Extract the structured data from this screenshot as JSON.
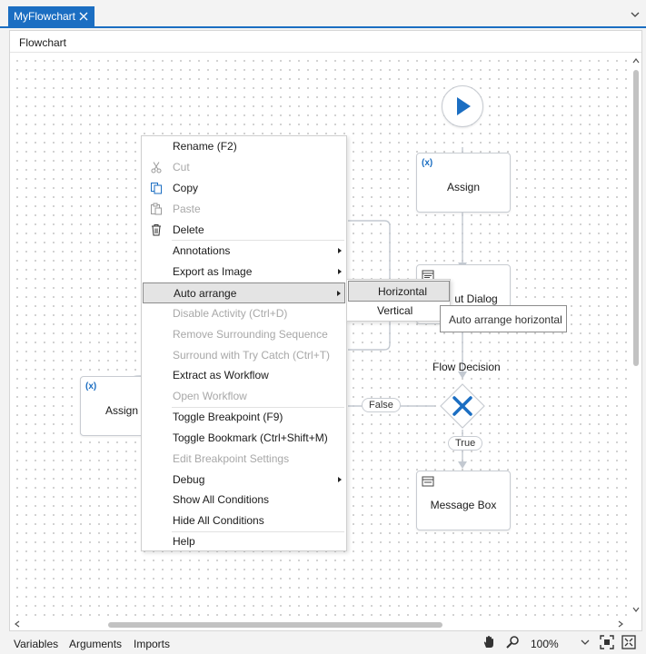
{
  "tab": {
    "title": "MyFlowchart"
  },
  "breadcrumb": "Flowchart",
  "flowchart": {
    "assign_top": "Assign",
    "input_dialog_partial": "ut Dialog",
    "assign_left": "Assign",
    "decision_label": "Flow Decision",
    "false_label": "False",
    "true_label": "True",
    "message_box": "Message Box",
    "assign_glyph": "(x)"
  },
  "context_menu": {
    "items": [
      {
        "label": "Rename (F2)",
        "disabled": false
      },
      {
        "label": "Cut",
        "disabled": true
      },
      {
        "label": "Copy",
        "disabled": false
      },
      {
        "label": "Paste",
        "disabled": true
      },
      {
        "label": "Delete",
        "disabled": false
      },
      {
        "label": "Annotations",
        "disabled": false
      },
      {
        "label": "Export as Image",
        "disabled": false
      },
      {
        "label": "Auto arrange",
        "disabled": false
      },
      {
        "label": "Disable Activity (Ctrl+D)",
        "disabled": true
      },
      {
        "label": "Remove Surrounding Sequence",
        "disabled": true
      },
      {
        "label": "Surround with Try Catch (Ctrl+T)",
        "disabled": true
      },
      {
        "label": "Extract as Workflow",
        "disabled": false
      },
      {
        "label": "Open Workflow",
        "disabled": true
      },
      {
        "label": "Toggle Breakpoint (F9)",
        "disabled": false
      },
      {
        "label": "Toggle Bookmark (Ctrl+Shift+M)",
        "disabled": false
      },
      {
        "label": "Edit Breakpoint Settings",
        "disabled": true
      },
      {
        "label": "Debug",
        "disabled": false
      },
      {
        "label": "Show All Conditions",
        "disabled": false
      },
      {
        "label": "Hide All Conditions",
        "disabled": false
      },
      {
        "label": "Help",
        "disabled": false
      }
    ]
  },
  "submenu": {
    "horizontal": "Horizontal",
    "vertical": "Vertical"
  },
  "tooltip": "Auto arrange horizontal",
  "statusbar": {
    "variables": "Variables",
    "arguments": "Arguments",
    "imports": "Imports",
    "zoom": "100%"
  },
  "colors": {
    "accent": "#1b6ec2",
    "decision_x": "#1b6ec2"
  }
}
